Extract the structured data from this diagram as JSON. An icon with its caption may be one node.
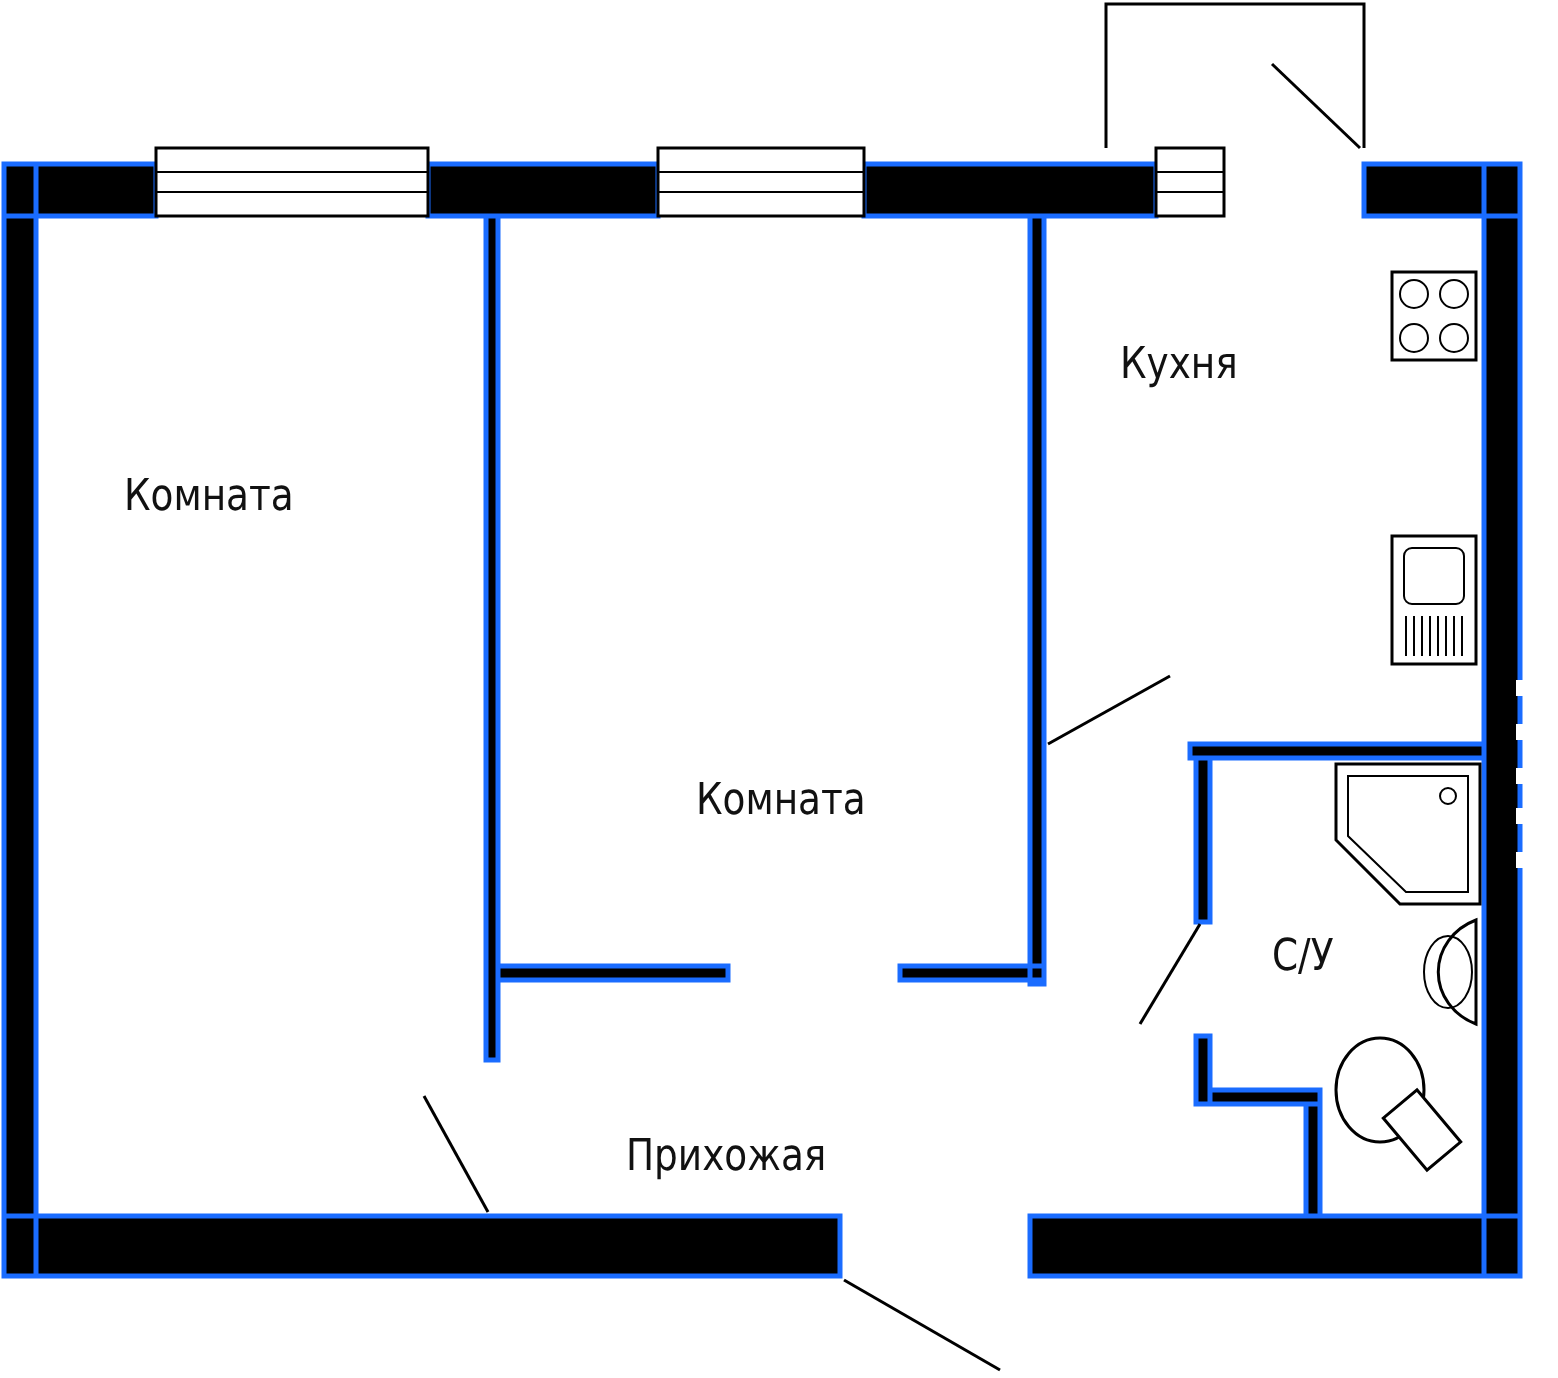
{
  "diagram": {
    "nodes": [
      {
        "text": [
          "Комната"
        ]
      },
      {
        "text": [
          "Кухня"
        ]
      },
      {
        "text": [
          "Комната"
        ]
      },
      {
        "text": [
          "С/У"
        ]
      },
      {
        "text": [
          "Прихожая"
        ]
      }
    ]
  }
}
